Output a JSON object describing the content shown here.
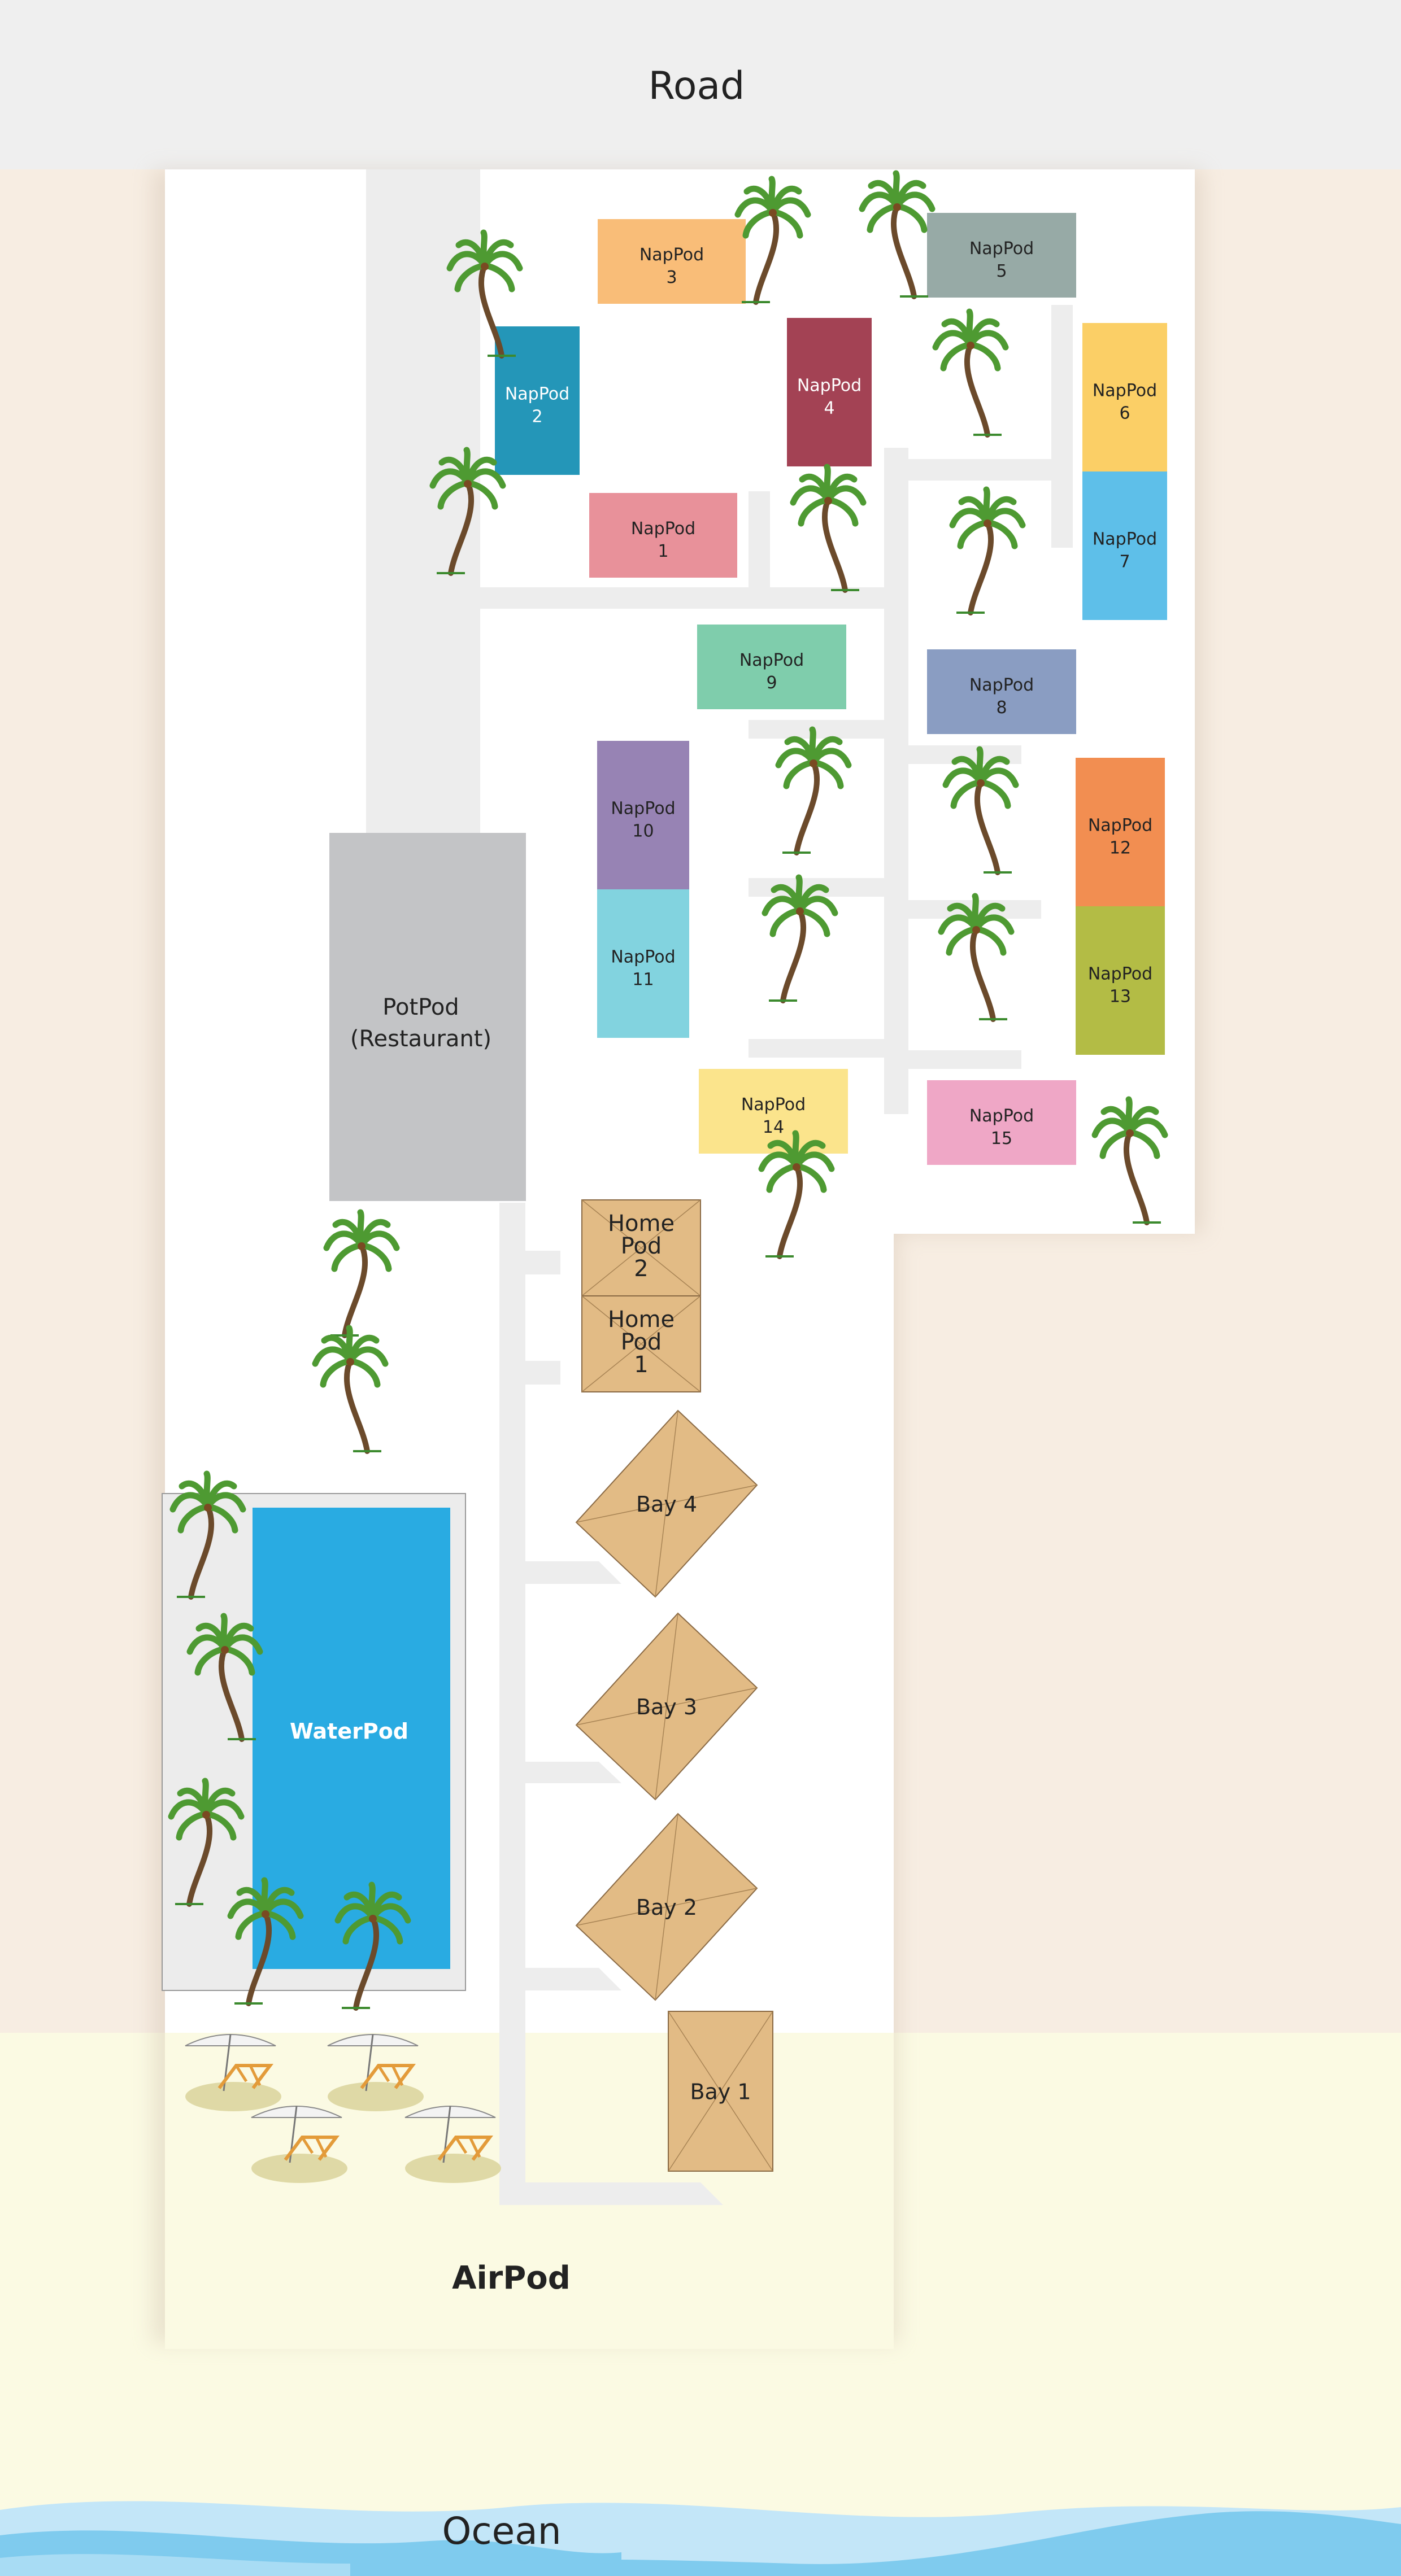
{
  "road": {
    "label": "Road"
  },
  "ocean": {
    "label": "Ocean"
  },
  "airpod": {
    "label": "AirPod"
  },
  "potpod": {
    "line1": "PotPod",
    "line2": "(Restaurant)"
  },
  "waterpod": {
    "label": "WaterPod"
  },
  "napPods": [
    {
      "word": "NapPod",
      "num": "1",
      "color": "#e8919a"
    },
    {
      "word": "NapPod",
      "num": "2",
      "color": "#2496b8"
    },
    {
      "word": "NapPod",
      "num": "3",
      "color": "#f9bd78"
    },
    {
      "word": "NapPod",
      "num": "4",
      "color": "#a34254"
    },
    {
      "word": "NapPod",
      "num": "5",
      "color": "#97aaa6"
    },
    {
      "word": "NapPod",
      "num": "6",
      "color": "#fbcf66"
    },
    {
      "word": "NapPod",
      "num": "7",
      "color": "#5ebfe9"
    },
    {
      "word": "NapPod",
      "num": "8",
      "color": "#8a9dc2"
    },
    {
      "word": "NapPod",
      "num": "9",
      "color": "#7fcdac"
    },
    {
      "word": "NapPod",
      "num": "10",
      "color": "#9783b4"
    },
    {
      "word": "NapPod",
      "num": "11",
      "color": "#82d3df"
    },
    {
      "word": "NapPod",
      "num": "12",
      "color": "#f28e51"
    },
    {
      "word": "NapPod",
      "num": "13",
      "color": "#b3bc45"
    },
    {
      "word": "NapPod",
      "num": "14",
      "color": "#fbe48c"
    },
    {
      "word": "NapPod",
      "num": "15",
      "color": "#efa7c6"
    }
  ],
  "homePods": [
    {
      "word1": "Home",
      "word2": "Pod",
      "num": "2"
    },
    {
      "word1": "Home",
      "word2": "Pod",
      "num": "1"
    }
  ],
  "bays": [
    {
      "label": "Bay 4"
    },
    {
      "label": "Bay 3"
    },
    {
      "label": "Bay 2"
    },
    {
      "label": "Bay 1"
    }
  ],
  "colors": {
    "road": "#efefef",
    "land": "#f7ede2",
    "sand": "#fbfae3",
    "pool": "#29abe2",
    "restaurant": "#c3c4c6",
    "wood": "#e2bb85",
    "path": "#ededed",
    "ocean_light": "#c3e6f8",
    "ocean_dark": "#7fcbee"
  }
}
